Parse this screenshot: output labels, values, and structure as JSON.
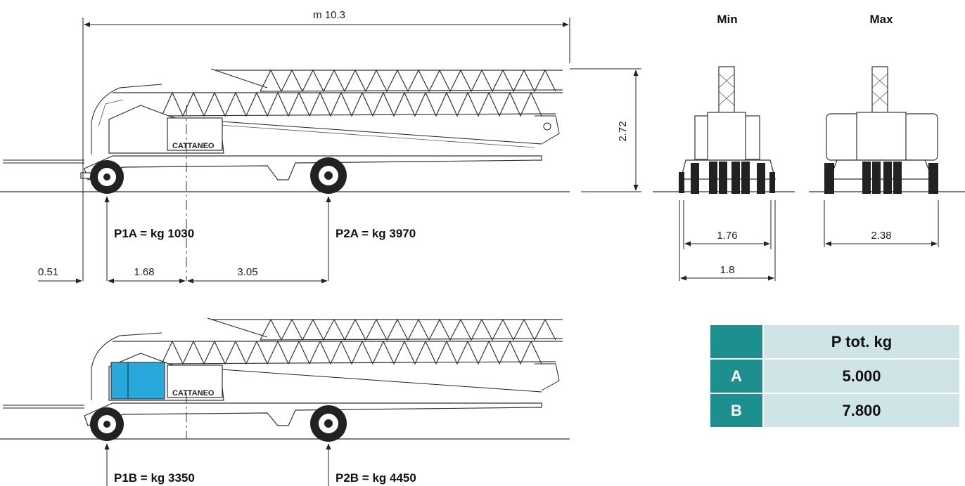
{
  "dimensions": {
    "overall_length": "m 10.3",
    "height": "2.72",
    "rear_overhang": "0.51",
    "front_axle_to_center": "1.68",
    "center_to_rear_axle": "3.05"
  },
  "loads": {
    "p1a": "P1A = kg 1030",
    "p2a": "P2A = kg 3970",
    "p1b": "P1B = kg 3350",
    "p2b": "P2B = kg 4450"
  },
  "rear_view": {
    "min_label": "Min",
    "max_label": "Max",
    "min_track_inner": "1.76",
    "min_track_outer": "1.8",
    "max_track": "2.38"
  },
  "brand": "CATTANEO",
  "weight_table": {
    "header": "P tot. kg",
    "rows": [
      {
        "key": "A",
        "value": "5.000"
      },
      {
        "key": "B",
        "value": "7.800"
      }
    ]
  },
  "colors": {
    "table_key": "#1d8f8f",
    "table_value": "#cfe4e6",
    "ballast": "#29a8dc"
  }
}
